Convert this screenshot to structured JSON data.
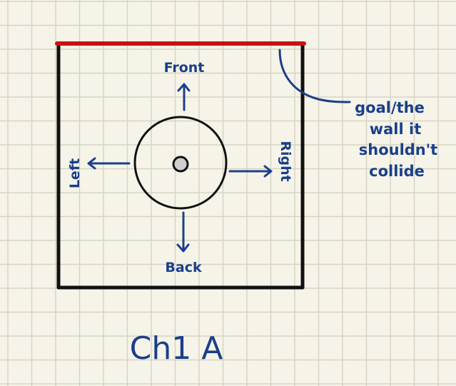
{
  "colors": {
    "paper": "#f6f4e8",
    "grid": "#d6d3c4",
    "ink_black": "#111111",
    "ink_red": "#cc0f12",
    "ink_blue": "#1a3f8a",
    "center_dot": "#cfcfcf"
  },
  "labels": {
    "front": "Front",
    "back": "Back",
    "left": "Left",
    "right": "Right",
    "note_line1": "goal/the",
    "note_line2": "wall it",
    "note_line3": "shouldn't",
    "note_line4": "collide",
    "caption": "Ch1 A"
  }
}
